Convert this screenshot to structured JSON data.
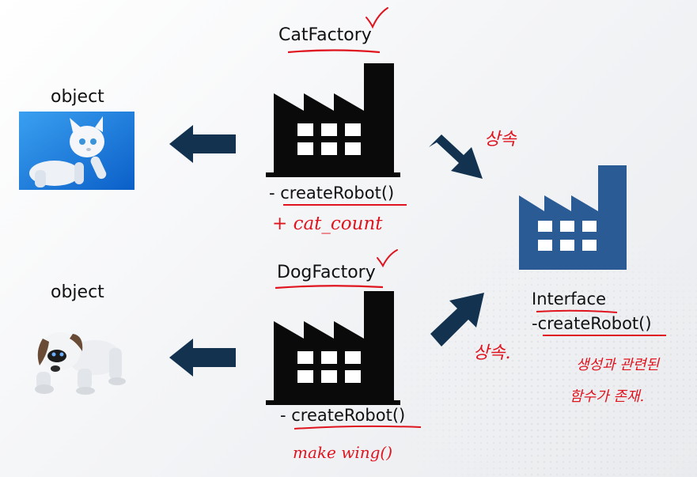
{
  "colors": {
    "factory_dark": "#0a0a0a",
    "factory_blue": "#2a5b94",
    "arrow": "#12324f",
    "annotation": "#e0141e"
  },
  "cat": {
    "label": "object",
    "factory_name": "CatFactory",
    "method": "- createRobot()",
    "note": "+ cat_count"
  },
  "dog": {
    "label": "object",
    "factory_name": "DogFactory",
    "method": "- createRobot()",
    "note": "make wing()"
  },
  "interface": {
    "name": "Interface",
    "method": "-createRobot()"
  },
  "annotations": {
    "inherit_top": "상속",
    "inherit_bottom": "상속.",
    "interface_note_line1": "생성과 관련된",
    "interface_note_line2": "함수가 존재."
  },
  "icons": [
    "factory-icon",
    "arrow-left-icon",
    "arrow-diagonal-icon",
    "robot-cat-image",
    "robot-dog-image",
    "checkmark-icon"
  ]
}
